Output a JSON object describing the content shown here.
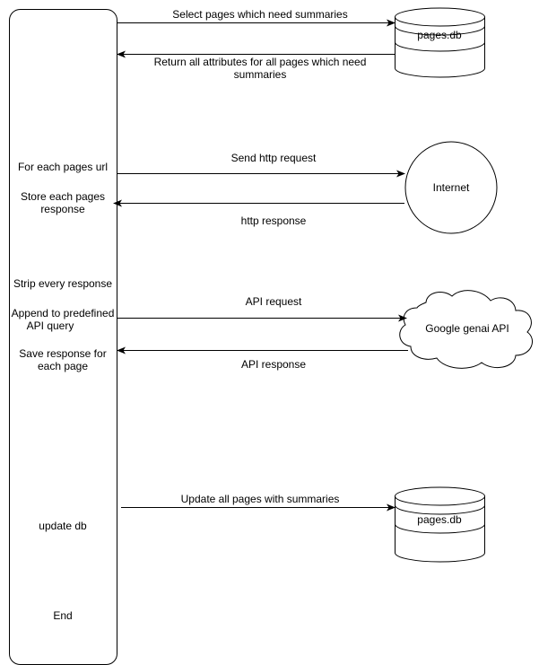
{
  "process": {
    "steps": {
      "for_each_url": "For each pages url",
      "store_response_1": "Store each pages",
      "store_response_2": "response",
      "strip": "Strip every response",
      "append_1": "Append to predefined",
      "append_2": "API query",
      "save_1": "Save response for",
      "save_2": "each page",
      "update_db": "update db",
      "end": "End"
    }
  },
  "nodes": {
    "db_top": "pages.db",
    "internet": "Internet",
    "genai": "Google genai API",
    "db_bottom": "pages.db"
  },
  "edges": {
    "select_pages": "Select pages which need summaries",
    "return_attrs_1": "Return all attributes for all pages which need",
    "return_attrs_2": "summaries",
    "send_http": "Send http request",
    "http_response": "http response",
    "api_request": "API request",
    "api_response": "API response",
    "update_pages": "Update all pages with summaries"
  },
  "colors": {
    "stroke": "#000000",
    "fill": "#ffffff"
  }
}
